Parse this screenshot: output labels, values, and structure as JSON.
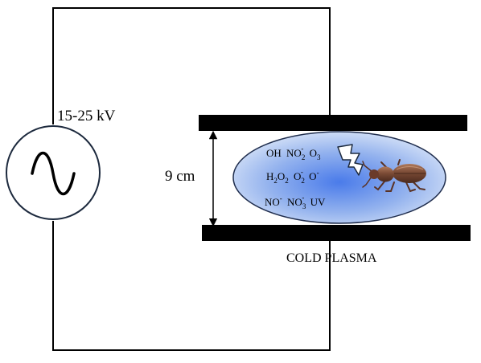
{
  "voltage_label": "15-25 kV",
  "gap_label": "9 cm",
  "plasma_label": "COLD PLASMA",
  "species": {
    "row1": {
      "a": "OH",
      "b": "NO",
      "b_sub": "2",
      "b_sup": "-",
      "c": "O",
      "c_sub": "3"
    },
    "row2": {
      "a": "H",
      "a_sub1": "2",
      "a_mid": "O",
      "a_sub2": "2",
      "b": "O",
      "b_sub": "2",
      "b_sup": "-",
      "c": "O",
      "c_sup": "-"
    },
    "row3": {
      "a": "NO",
      "a_sup": "-",
      "b": "NO",
      "b_sub": "3",
      "b_sup": "-",
      "c": "UV"
    }
  },
  "icons": {
    "source": "ac-voltage-source-icon",
    "lightning": "lightning-bolt-icon",
    "insect": "beetle-icon"
  },
  "colors": {
    "wire": "#000000",
    "electrode": "#000000",
    "plasma_edge": "#1f2d4d",
    "plasma_center": "#4a7bea",
    "plasma_outer": "#d7e3f8",
    "beetle": "#7a4a35"
  }
}
